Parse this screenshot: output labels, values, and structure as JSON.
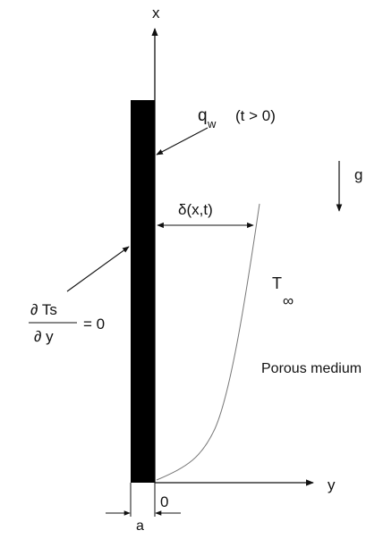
{
  "labels": {
    "x_axis": "x",
    "y_axis": "y",
    "heat_flux_symbol": "q",
    "heat_flux_subscript": "w",
    "heat_flux_condition": "(t > 0)",
    "gravity": "g",
    "boundary_layer": "δ(x,t)",
    "ambient_temp_symbol": "T",
    "ambient_temp_subscript": "∞",
    "bc_numerator": "∂ Ts",
    "bc_denominator": "∂ y",
    "bc_rhs": "= 0",
    "medium": "Porous medium",
    "origin": "0",
    "thickness": "a"
  },
  "colors": {
    "wall": "#000000",
    "line": "#111111",
    "profile": "#777777",
    "background": "#ffffff"
  }
}
